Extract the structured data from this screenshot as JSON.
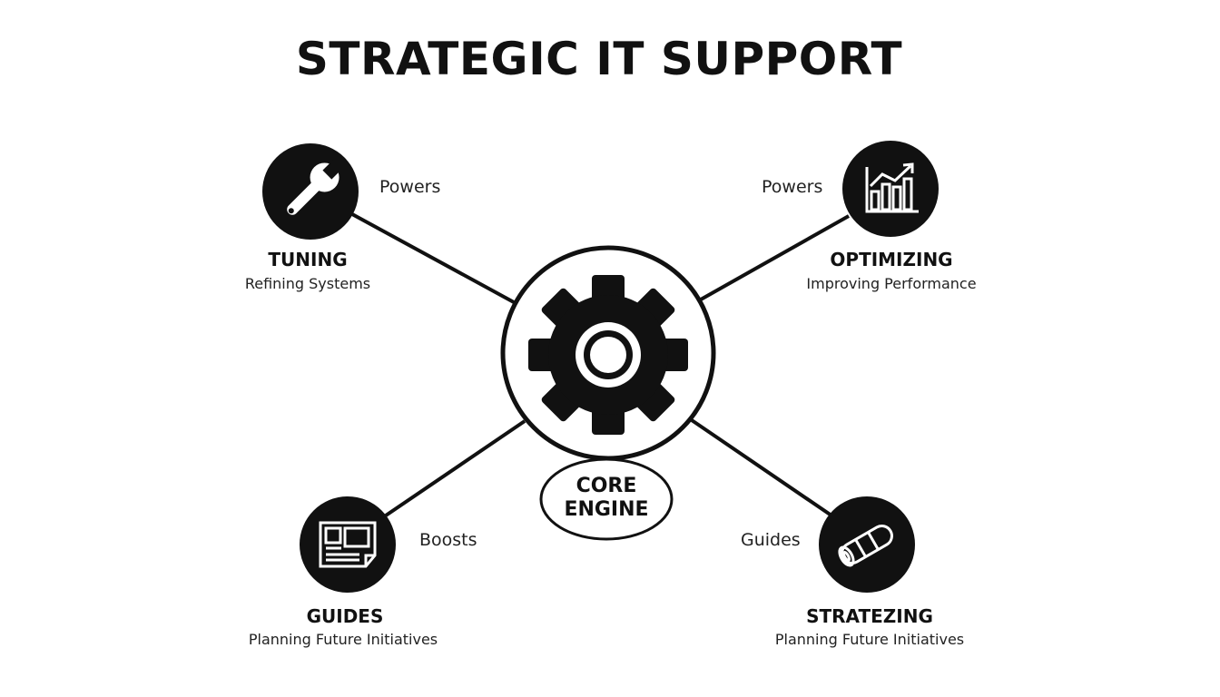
{
  "title": "STRATEGIC IT SUPPORT",
  "core": {
    "line1": "CORE",
    "line2": "ENGINE",
    "icon": "gear-icon"
  },
  "nodes": [
    {
      "id": "tuning",
      "title": "TUNING",
      "subtitle": "Refining Systems",
      "edge_label": "Powers",
      "icon": "wrench-icon"
    },
    {
      "id": "optimizing",
      "title": "OPTIMIZING",
      "subtitle": "Improving Performance",
      "edge_label": "Powers",
      "icon": "bar-chart-icon"
    },
    {
      "id": "guides",
      "title": "GUIDES",
      "subtitle": "Planning Future Initiatives",
      "edge_label": "Boosts",
      "icon": "document-icon"
    },
    {
      "id": "stratezing",
      "title": "STRATEZING",
      "subtitle": "Planning Future Initiatives",
      "edge_label": "Guides",
      "icon": "scroll-icon"
    }
  ],
  "colors": {
    "ink": "#111111",
    "background": "#ffffff"
  }
}
